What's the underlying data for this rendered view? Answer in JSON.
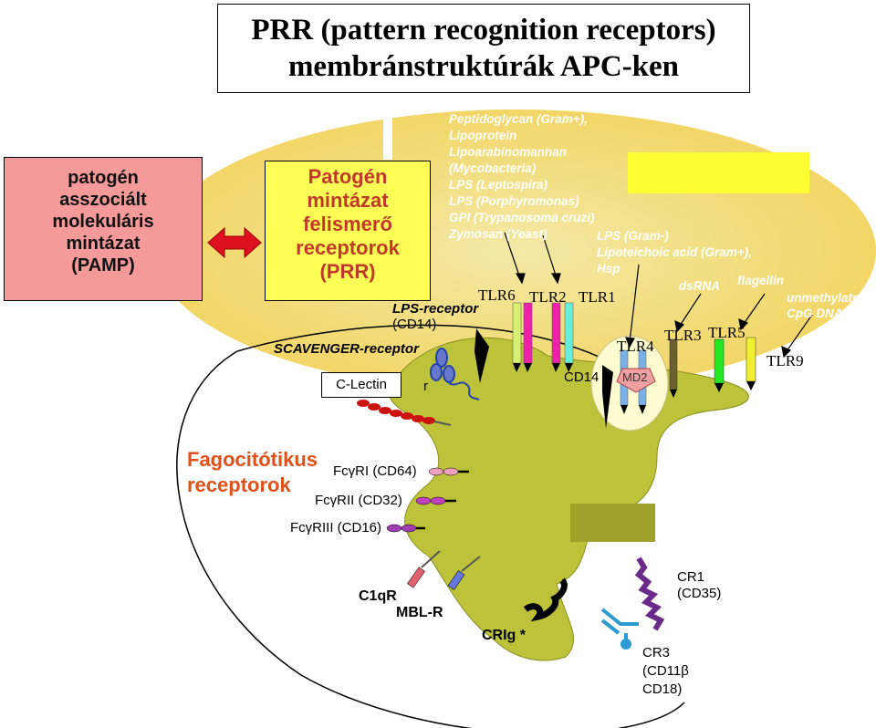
{
  "title": {
    "line1": "PRR (pattern recognition receptors)",
    "line2": "membránstruktúrák  APC-ken"
  },
  "pamp_box": {
    "line1": "patogén",
    "line2": "asszociált",
    "line3": "molekuláris",
    "line4": "mintázat",
    "line5": "(PAMP)"
  },
  "prr_box": {
    "line1": "Patogén",
    "line2": "mintázat",
    "line3": "felismerő",
    "line4": "receptorok",
    "line5": "(PRR)"
  },
  "ligands_left": [
    "Peptidoglycan (Gram+),",
    "Lipoprotein",
    "Lipoarabinomannan",
    "(Mycobacteria)",
    "LPS (Leptospira)",
    "LPS (Porphyromonas)",
    "GPI (Trypanosoma cruzi)",
    "Zymosan (Yeast)"
  ],
  "ligands_right": [
    "LPS (Gram-)",
    "Lipoteichoic acid (Gram+),",
    "Hsp"
  ],
  "ligand_dsrna": "dsRNA",
  "ligand_flagellin": "flagellin",
  "ligand_cpg": {
    "line1": "unmethylated",
    "line2": "CpG DNA"
  },
  "tlr_labels": {
    "tlr6": "TLR6",
    "tlr2": "TLR2",
    "tlr1": "TLR1",
    "tlr4": "TLR4",
    "tlr3": "TLR3",
    "tlr5": "TLR5",
    "tlr9": "TLR9"
  },
  "receptors": {
    "lps_receptor": "LPS-receptor",
    "cd14_paren": "(CD14)",
    "scavenger": "SCAVENGER-receptor",
    "c_lectin": "C-Lectin",
    "c_lectin_tail": "r",
    "cd14": "CD14",
    "md2": "MD2",
    "fago_line1": "Fagocitótikus",
    "fago_line2": "receptorok",
    "fcgri": "FcγRI (CD64)",
    "fcgrii": "FcγRII (CD32)",
    "fcgriii": "FcγRIII (CD16)",
    "c1qr": "C1qR",
    "mblr": "MBL-R",
    "crig": "CRIg *",
    "cr1_line1": "CR1",
    "cr1_line2": "(CD35)",
    "cr3_line1": "CR3",
    "cr3_line2": "(CD11β",
    "cr3_line3": "CD18)"
  },
  "colors": {
    "ellipse": "#f6e07a",
    "cell": "#bcc23a",
    "pamp": "#f59a9a",
    "prr": "#ffff55",
    "arrow": "#e01020",
    "fago_text": "#e0501a",
    "prr_text": "#c0392b"
  }
}
